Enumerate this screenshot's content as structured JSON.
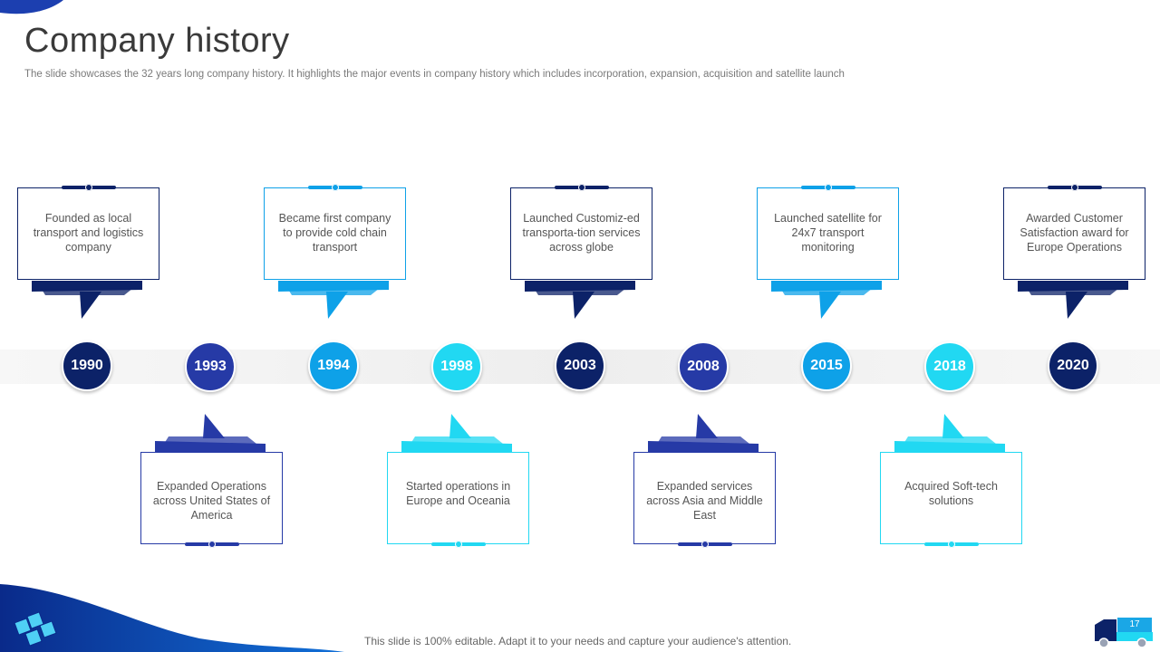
{
  "title": "Company history",
  "subtitle": "The slide showcases the 32 years long company history. It highlights the major events in company history which includes incorporation, expansion, acquisition and satellite launch",
  "colors": {
    "navy": "#0c2268",
    "blue": "#263aa6",
    "sky": "#0ea1e8",
    "cyan": "#21d8f2"
  },
  "milestones": [
    {
      "year": "1990",
      "text": "Founded as local transport and logistics company",
      "position": "top",
      "color": "navy"
    },
    {
      "year": "1993",
      "text": "Expanded Operations across United States of America",
      "position": "bottom",
      "color": "blue"
    },
    {
      "year": "1994",
      "text": "Became first company to provide cold chain transport",
      "position": "top",
      "color": "sky"
    },
    {
      "year": "1998",
      "text": "Started operations in Europe and Oceania",
      "position": "bottom",
      "color": "cyan"
    },
    {
      "year": "2003",
      "text": "Launched Customiz-ed transporta-tion services across globe",
      "position": "top",
      "color": "navy"
    },
    {
      "year": "2008",
      "text": "Expanded services across Asia and Middle East",
      "position": "bottom",
      "color": "blue"
    },
    {
      "year": "2015",
      "text": "Launched satellite for 24x7 transport monitoring",
      "position": "top",
      "color": "sky"
    },
    {
      "year": "2018",
      "text": "Acquired Soft-tech solutions",
      "position": "bottom",
      "color": "cyan"
    },
    {
      "year": "2020",
      "text": "Awarded Customer Satisfaction award for Europe Operations",
      "position": "top",
      "color": "navy"
    }
  ],
  "footer": "This slide is 100% editable. Adapt it to your needs and capture your audience's attention.",
  "page_number": "17",
  "icons": [
    "cubes-logo-icon",
    "truck-icon"
  ]
}
